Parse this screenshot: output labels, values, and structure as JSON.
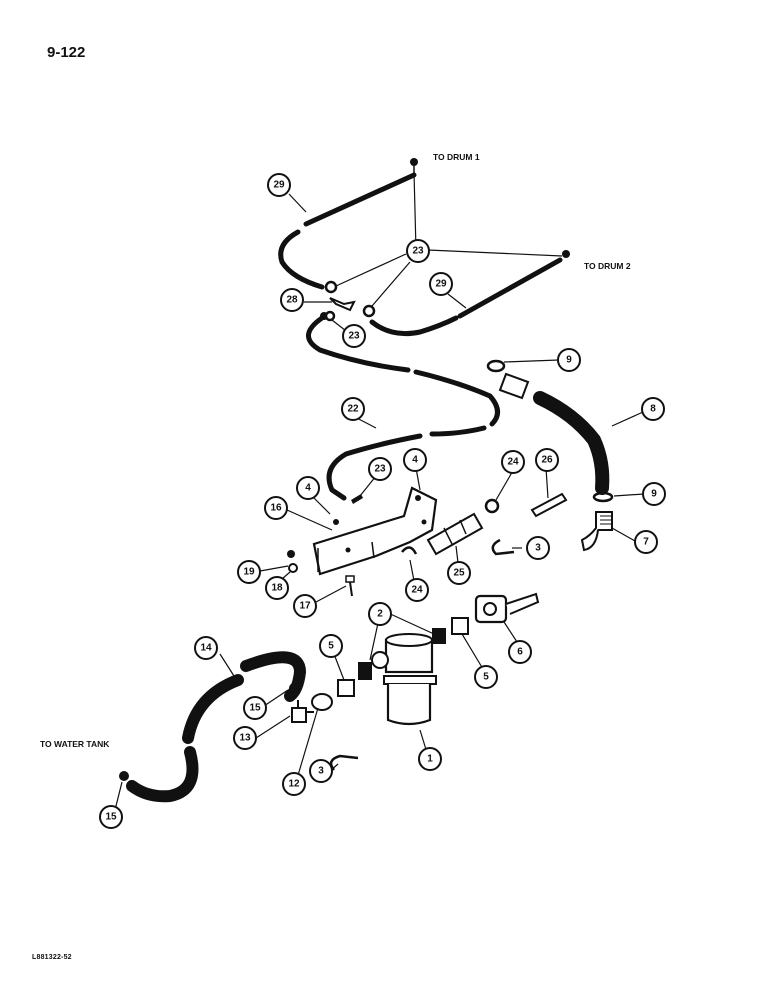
{
  "page": {
    "number": "9-122",
    "figure_code": "L881322-52"
  },
  "destinations": {
    "drum1": "TO DRUM 1",
    "drum2": "TO DRUM 2",
    "water_tank": "TO WATER TANK"
  },
  "callouts": {
    "c1": "1",
    "c2": "2",
    "c3a": "3",
    "c3b": "3",
    "c4a": "4",
    "c4b": "4",
    "c5a": "5",
    "c5b": "5",
    "c6": "6",
    "c7": "7",
    "c8": "8",
    "c9a": "9",
    "c9b": "9",
    "c12": "12",
    "c13": "13",
    "c14": "14",
    "c15a": "15",
    "c15b": "15",
    "c16": "16",
    "c17": "17",
    "c18": "18",
    "c19": "19",
    "c22": "22",
    "c23a": "23",
    "c23b": "23",
    "c23c": "23",
    "c24a": "24",
    "c24b": "24",
    "c25": "25",
    "c26": "26",
    "c28": "28",
    "c29a": "29",
    "c29b": "29"
  }
}
